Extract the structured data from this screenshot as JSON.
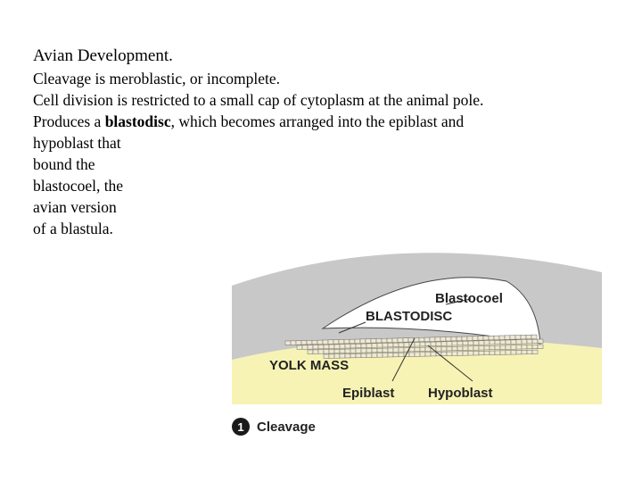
{
  "slide": {
    "title": "Avian Development.",
    "line1": "Cleavage is meroblastic, or incomplete.",
    "line2": "Cell division is restricted to a small cap of cytoplasm at the animal pole.",
    "line3_pre": "Produces a ",
    "line3_bold": "blastodisc",
    "line3_post": ", which becomes arranged into the epiblast and",
    "line4": "hypoblast that",
    "line5": "bound the",
    "line6": "blastocoel, the",
    "line7": "avian version",
    "line8": "of a blastula."
  },
  "figure": {
    "labels": {
      "blastocoel": "Blastocoel",
      "blastodisc": "BLASTODISC",
      "yolk_mass": "YOLK MASS",
      "epiblast": "Epiblast",
      "hypoblast": "Hypoblast"
    },
    "step_number": "1",
    "step_label": "Cleavage",
    "colors": {
      "shell": "#c8c8c8",
      "yolk": "#f7f3b4",
      "cells": "#efe9d2",
      "cell_outline": "#6b6b6b"
    }
  }
}
